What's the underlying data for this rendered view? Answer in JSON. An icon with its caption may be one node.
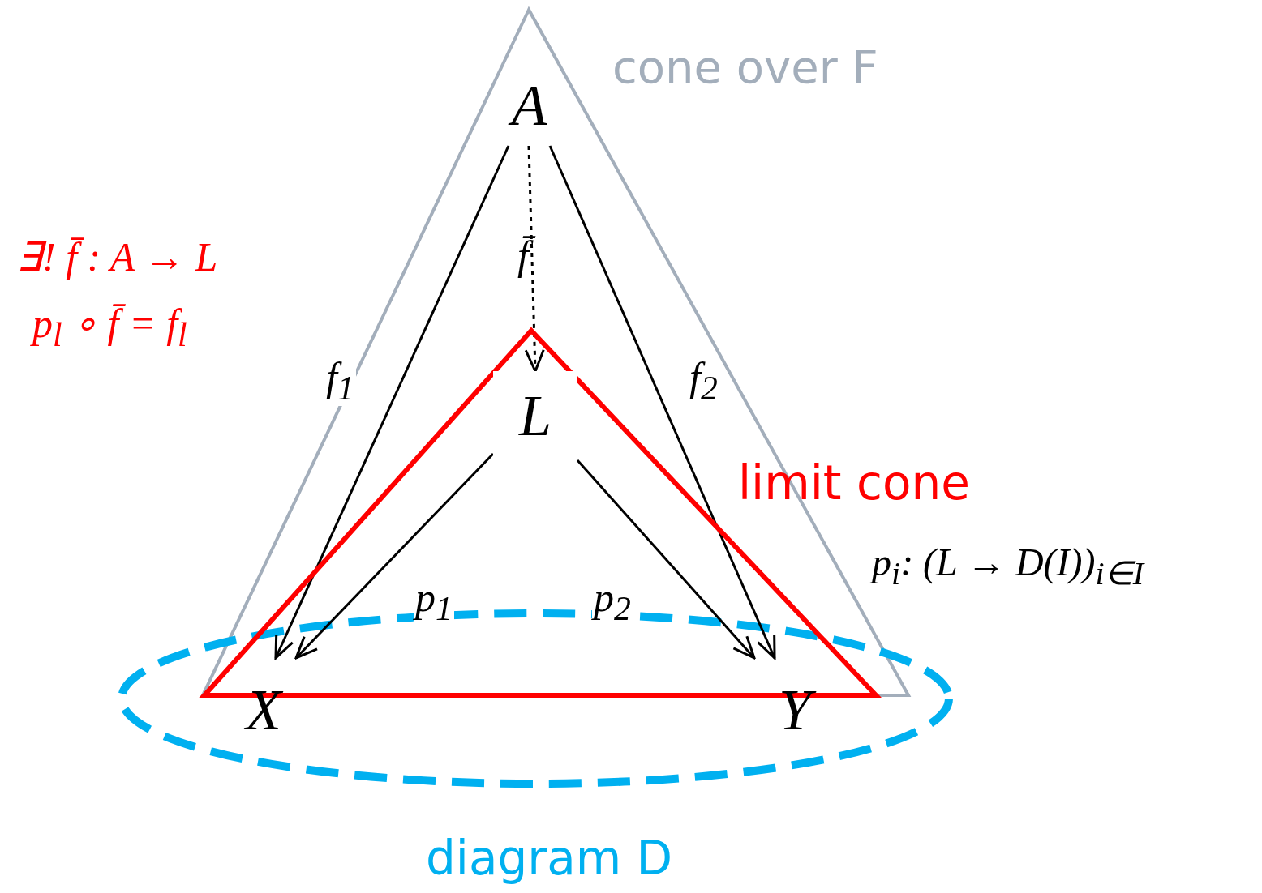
{
  "diagram": {
    "nodes": [
      {
        "text": [
          "A"
        ]
      },
      {
        "text": [
          "L"
        ]
      },
      {
        "text": [
          "X"
        ]
      },
      {
        "text": [
          "Y"
        ]
      }
    ],
    "edges": [
      {
        "from": 0,
        "to": 2,
        "arrow": "to",
        "label": "f$_{1}$"
      },
      {
        "from": 0,
        "to": 3,
        "arrow": "to",
        "label": "f$_{2}$"
      },
      {
        "from": 0,
        "to": 1,
        "arrow": "to",
        "label": "f̄",
        "style": "dashed"
      },
      {
        "from": 1,
        "to": 2,
        "arrow": "to",
        "label": "p$_{1}$"
      },
      {
        "from": 1,
        "to": 3,
        "arrow": "to",
        "label": "p$_{2}$"
      }
    ],
    "labels": [
      "cone over F",
      "∃! f̄ : A → L",
      "p$_{l}$ ∘ f̄ = f$_{l}$",
      "limit cone",
      "p$_{i}$: (L → D(I))$_{i∈I}$",
      "diagram D"
    ]
  }
}
